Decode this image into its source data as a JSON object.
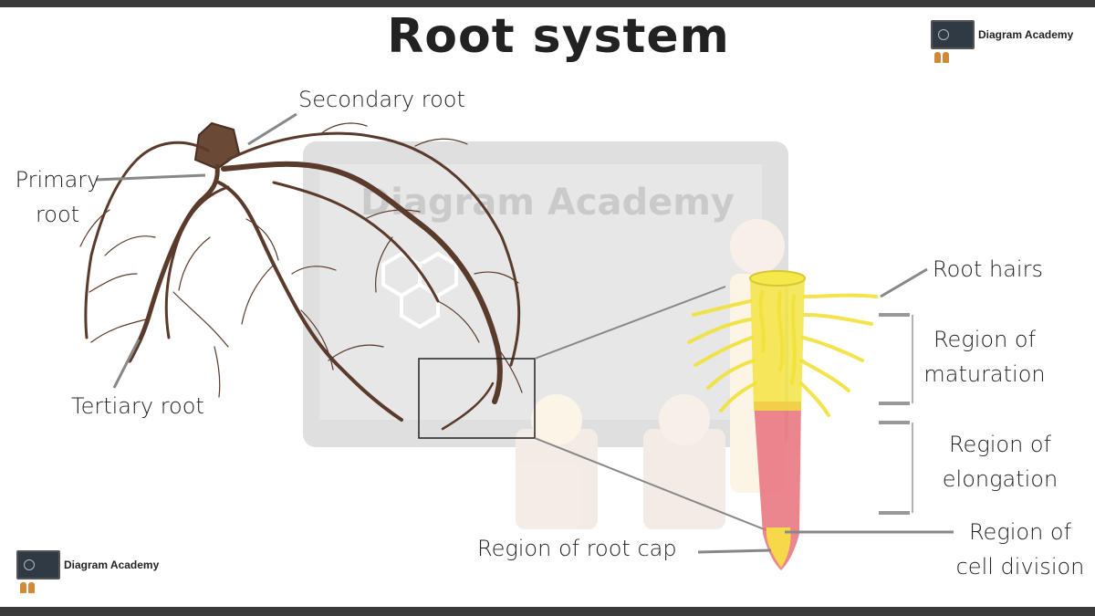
{
  "title": "Root system",
  "brand": {
    "name": "Diagram Academy",
    "watermark": "Diagram Academy"
  },
  "labels": {
    "secondary_root": "Secondary root",
    "primary_root_l1": "Primary",
    "primary_root_l2": "root",
    "tertiary_root": "Tertiary root",
    "root_hairs": "Root hairs",
    "maturation_l1": "Region of",
    "maturation_l2": "maturation",
    "elongation_l1": "Region of",
    "elongation_l2": "elongation",
    "cell_division_l1": "Region of",
    "cell_division_l2": "cell division",
    "root_cap": "Region of root cap"
  },
  "colors": {
    "root_brown": "#5a3a2a",
    "hair_yellow": "#f2e23a",
    "tip_red": "#e8707a",
    "cap_yellow": "#f7d84a",
    "leader_gray": "#888888",
    "bracket_gray": "#999999"
  }
}
